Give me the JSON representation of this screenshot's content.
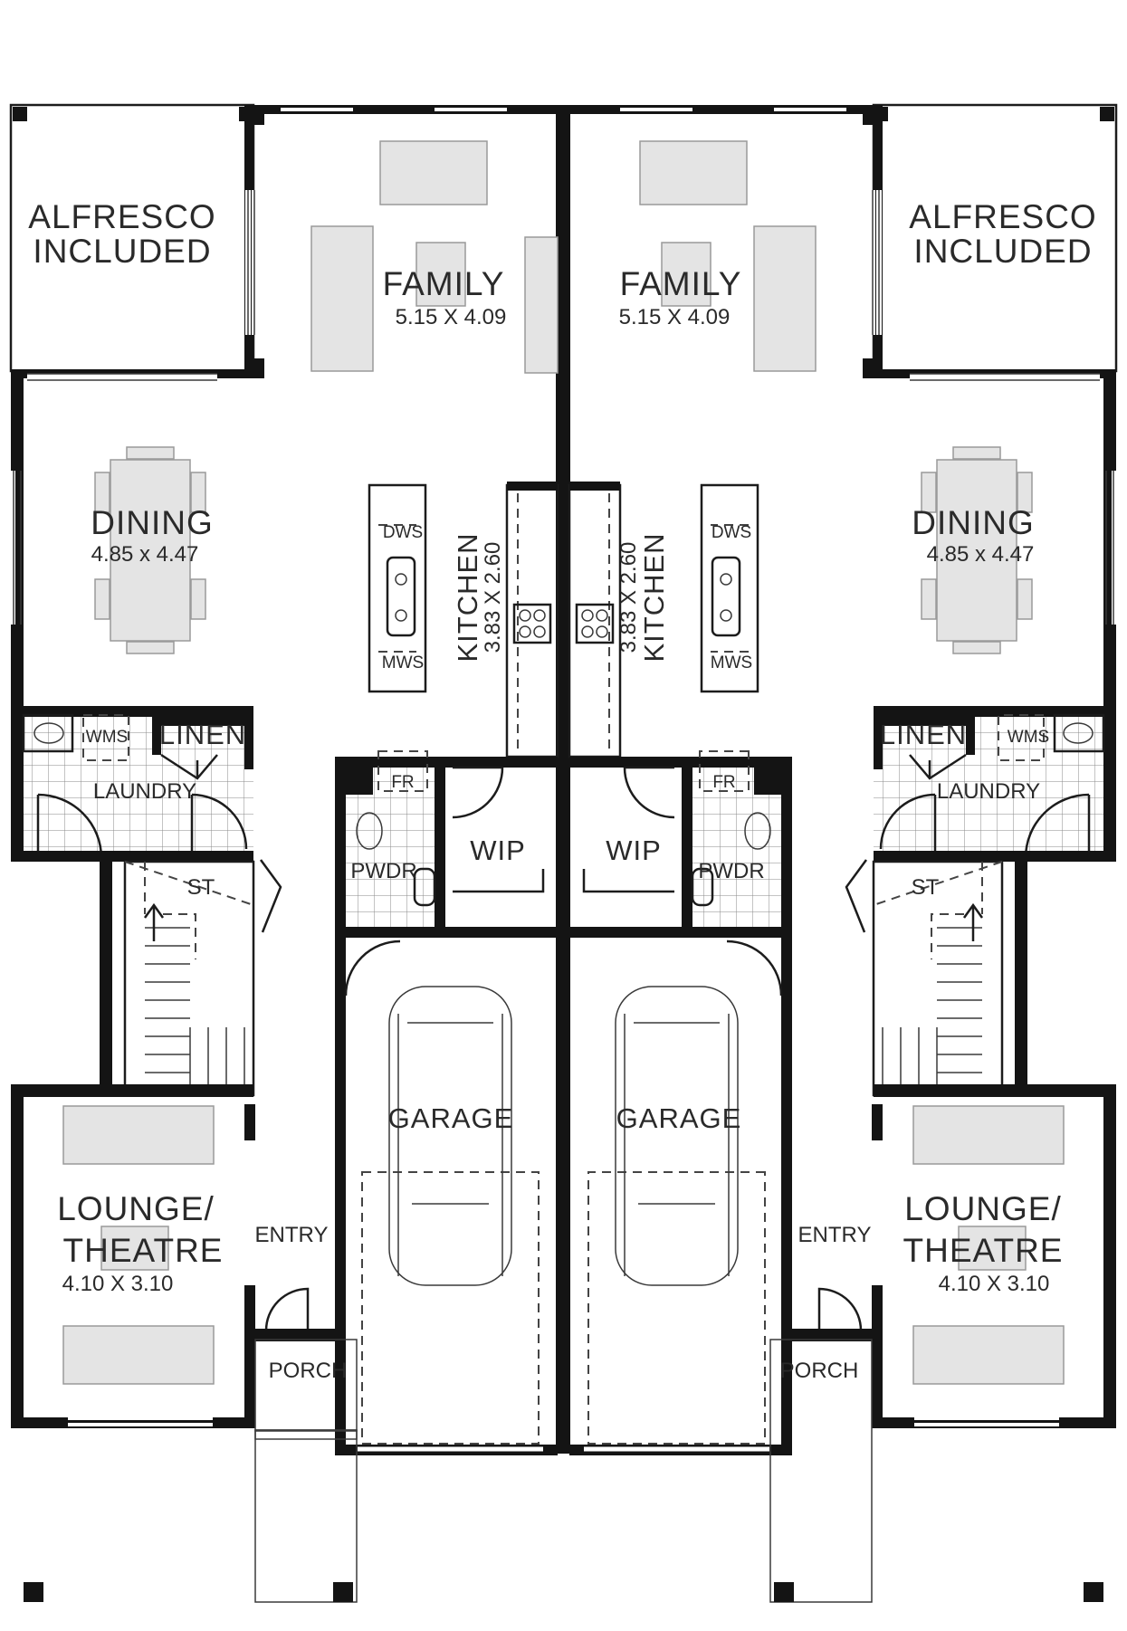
{
  "rooms": {
    "alfresco_l": [
      "ALFRESCO",
      "INCLUDED"
    ],
    "alfresco_r": [
      "ALFRESCO",
      "INCLUDED"
    ],
    "family_l": {
      "name": "FAMILY",
      "dim": "5.15 X 4.09"
    },
    "family_r": {
      "name": "FAMILY",
      "dim": "5.15 X 4.09"
    },
    "dining_l": {
      "name": "DINING",
      "dim": "4.85 x 4.47"
    },
    "dining_r": {
      "name": "DINING",
      "dim": "4.85 x 4.47"
    },
    "kitchen_l": {
      "name": "KITCHEN",
      "dim": "3.83 X 2.60"
    },
    "kitchen_r": {
      "name": "KITCHEN",
      "dim": "3.83 X 2.60"
    },
    "dws": "DWS",
    "mws": "MWS",
    "linen": "LINEN",
    "wms": "WMS",
    "laundry": "LAUNDRY",
    "fr": "FR",
    "wip": "WIP",
    "pwdr": "PWDR",
    "st": "ST",
    "garage": "GARAGE",
    "lounge_l": {
      "line1": "LOUNGE/",
      "line2": "THEATRE",
      "dim": "4.10 X 3.10"
    },
    "lounge_r": {
      "line1": "LOUNGE/",
      "line2": "THEATRE",
      "dim": "4.10 X 3.10"
    },
    "entry": "ENTRY",
    "porch": "PORCH"
  },
  "colors": {
    "wall": "#141414",
    "furniture": "#e4e4e4",
    "background": "#ffffff"
  }
}
